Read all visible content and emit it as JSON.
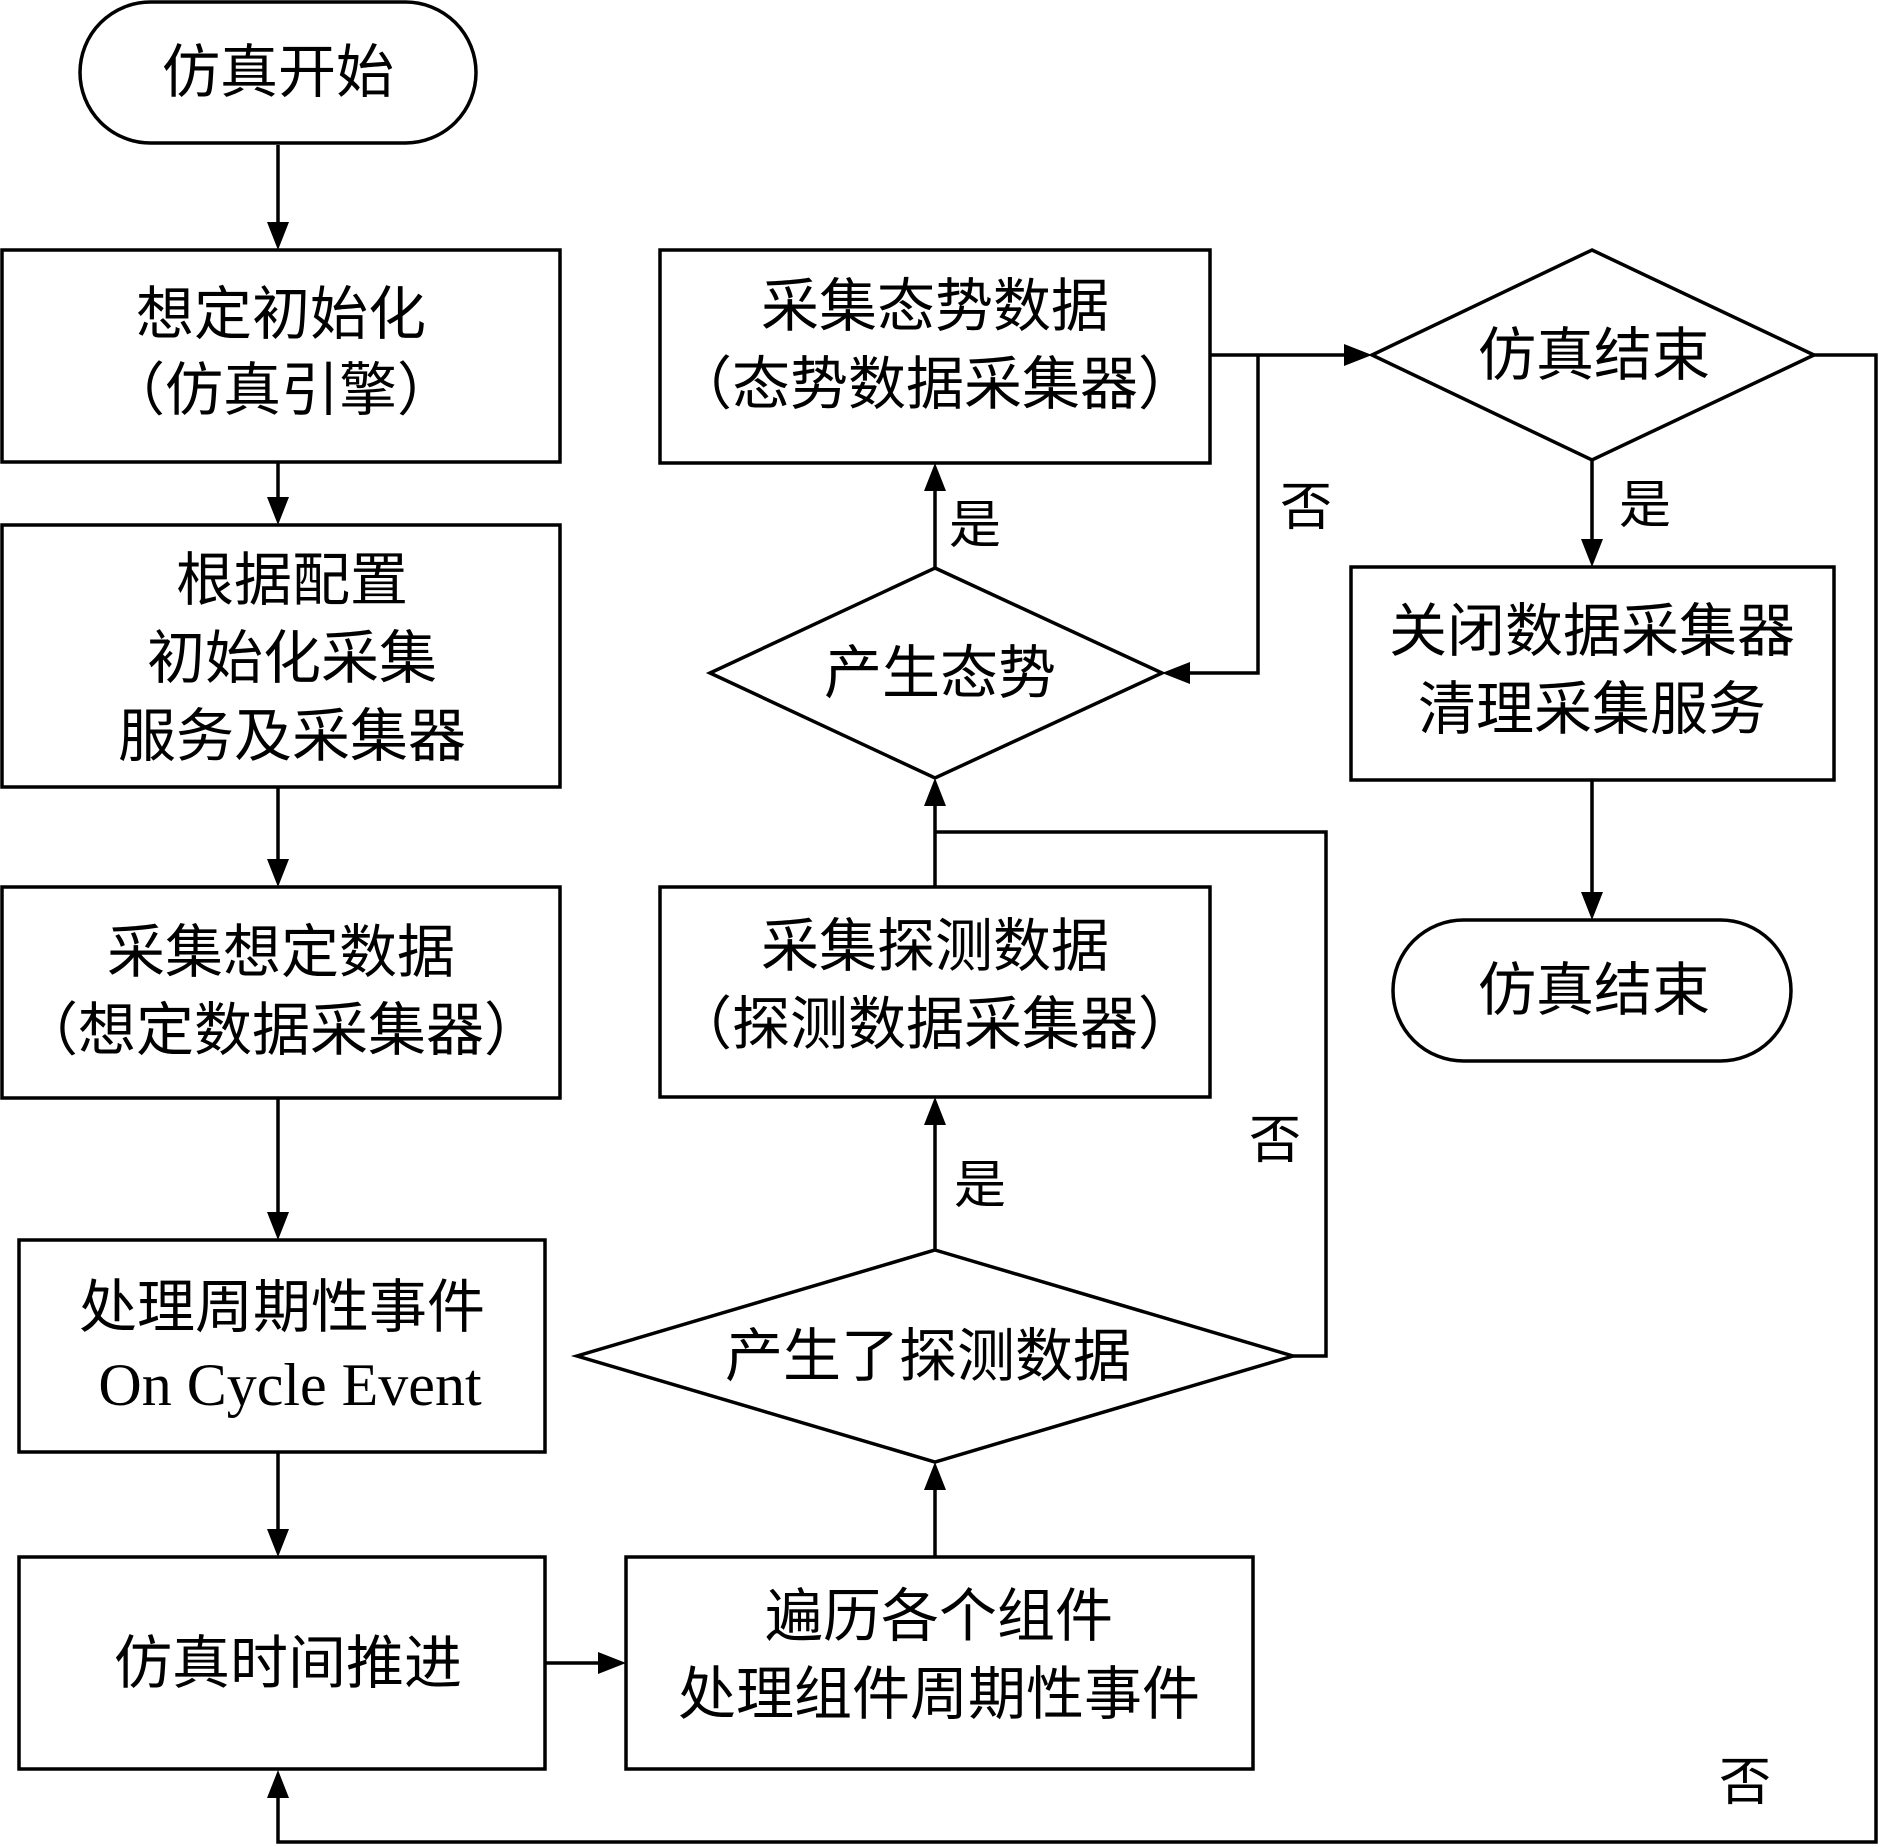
{
  "nodes": {
    "sim_start": {
      "lines": [
        "仿真开始"
      ]
    },
    "scenario_init": {
      "lines": [
        "想定初始化",
        "（仿真引擎）"
      ]
    },
    "init_collection": {
      "lines": [
        "根据配置",
        "初始化采集",
        "服务及采集器"
      ]
    },
    "collect_scenario": {
      "lines": [
        "采集想定数据",
        "（想定数据采集器）"
      ]
    },
    "periodic_event": {
      "lines": [
        "处理周期性事件",
        "On Cycle Event"
      ]
    },
    "time_advance": {
      "lines": [
        "仿真时间推进"
      ]
    },
    "traverse_components": {
      "lines": [
        "遍历各个组件",
        "处理组件周期性事件"
      ]
    },
    "detect_decision": {
      "lines": [
        "产生了探测数据"
      ]
    },
    "collect_detection": {
      "lines": [
        "采集探测数据",
        "（探测数据采集器）"
      ]
    },
    "situation_decision": {
      "lines": [
        "产生态势"
      ]
    },
    "collect_situation": {
      "lines": [
        "采集态势数据",
        "（态势数据采集器）"
      ]
    },
    "end_decision": {
      "lines": [
        "仿真结束"
      ]
    },
    "close_collectors": {
      "lines": [
        "关闭数据采集器",
        "清理采集服务"
      ]
    },
    "sim_end": {
      "lines": [
        "仿真结束"
      ]
    }
  },
  "edge_labels": {
    "situation_yes": "是",
    "detect_yes": "是",
    "end_yes": "是",
    "situation_no": "否",
    "detect_no": "否",
    "end_no": "否"
  }
}
